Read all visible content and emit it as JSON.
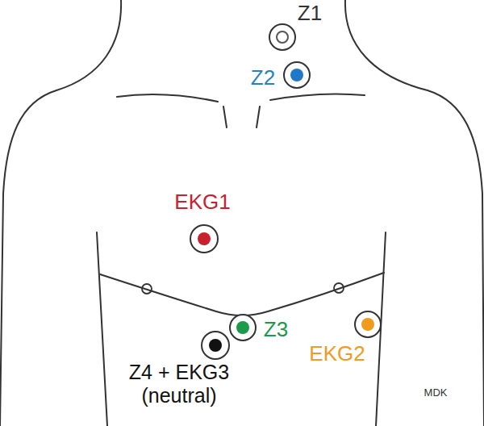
{
  "diagram": {
    "labels": [
      "Z1",
      "Z2",
      "EKG1",
      "Z3",
      "Z4 + EKG3 (neutral)",
      "EKG2",
      "MDK"
    ]
  }
}
